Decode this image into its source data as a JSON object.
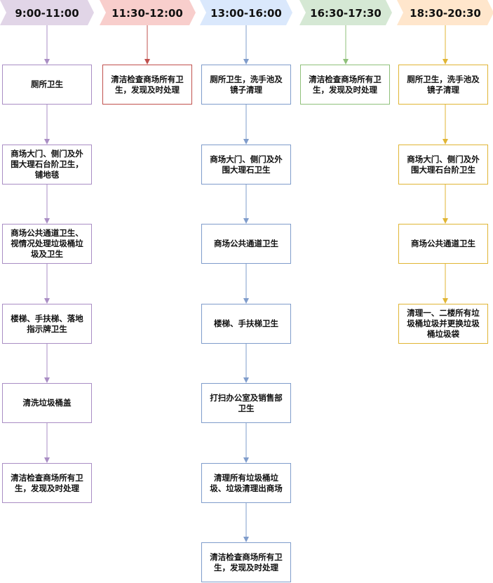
{
  "colors": {
    "purple": "#a98dc4",
    "red": "#c0504d",
    "blue": "#7f9ccb",
    "green": "#8fc07a",
    "orange": "#e0b534",
    "header_purple": "#e1d5e7",
    "header_red": "#f8cecc",
    "header_blue": "#dae8fc",
    "header_green": "#d5e8d4",
    "header_orange": "#ffe6cc"
  },
  "columns": [
    {
      "time": "9:00-11:00",
      "tasks": [
        "厕所卫生",
        "商场大门、侧门及外围大理石台阶卫生，铺地毯",
        "商场公共通道卫生、视情况处理垃圾桶垃圾及卫生",
        "楼梯、手扶梯、落地指示牌卫生",
        "清洗垃圾桶盖",
        "清洁检查商场所有卫生，发现及时处理"
      ]
    },
    {
      "time": "11:30-12:00",
      "tasks": [
        "清洁检查商场所有卫生，发现及时处理"
      ]
    },
    {
      "time": "13:00-16:00",
      "tasks": [
        "厕所卫生，洗手池及镜子清理",
        "商场大门、侧门及外围大理石卫生",
        "商场公共通道卫生",
        "楼梯、手扶梯卫生",
        "打扫办公室及销售部卫生",
        "清理所有垃圾桶垃圾、垃圾清理出商场",
        "清洁检查商场所有卫生，发现及时处理"
      ]
    },
    {
      "time": "16:30-17:30",
      "tasks": [
        "清洁检查商场所有卫生，发现及时处理"
      ]
    },
    {
      "time": "18:30-20:30",
      "tasks": [
        "厕所卫生，洗手池及镜子清理",
        "商场大门、侧门及外围大理石台阶卫生",
        "商场公共通道卫生",
        "清理一、二楼所有垃圾桶垃圾并更换垃圾桶垃圾袋"
      ]
    }
  ]
}
